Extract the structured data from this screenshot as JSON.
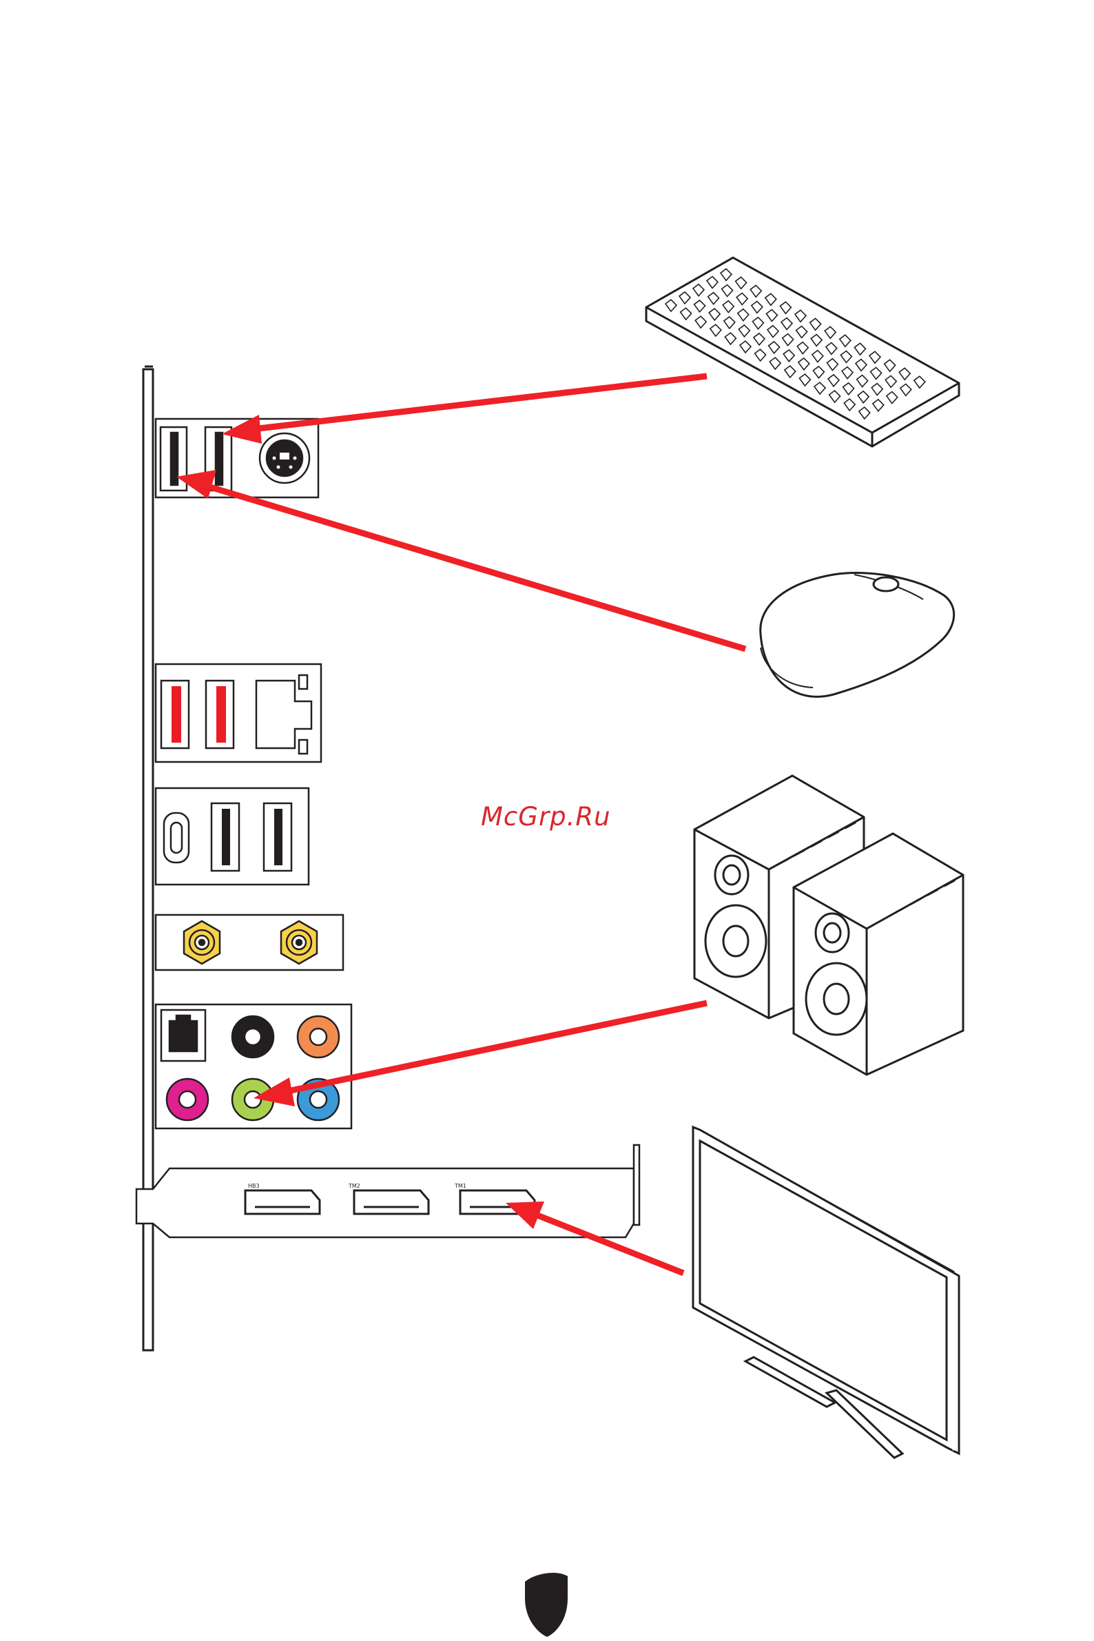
{
  "watermark": "McGrp.Ru",
  "hdmi_labels": [
    "HB3",
    "TM2",
    "TM1"
  ],
  "colors": {
    "arrow": "#ee2127",
    "usb_red": "#ec1c24",
    "sma_gold": "#f7d14a",
    "audio_black": "#231f20",
    "audio_orange": "#f38d4f",
    "audio_pink": "#e0208e",
    "audio_green": "#a9d14f",
    "audio_blue": "#3b9ad8",
    "logo": "#231f20"
  },
  "devices": [
    "keyboard",
    "mouse",
    "speakers",
    "monitor"
  ],
  "connections": [
    {
      "from": "keyboard",
      "to": "usb-2-0-port"
    },
    {
      "from": "mouse",
      "to": "usb-2-0-port"
    },
    {
      "from": "speakers",
      "to": "line-out-jack"
    },
    {
      "from": "monitor",
      "to": "hdmi-port"
    }
  ]
}
